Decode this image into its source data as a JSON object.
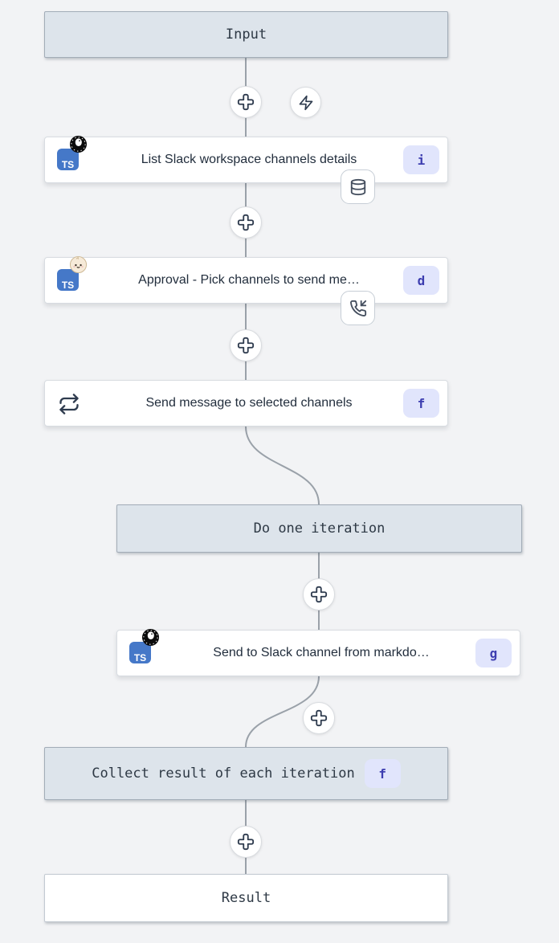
{
  "colors": {
    "canvas_bg": "#f2f3f5",
    "header_box_bg": "#dde4eb",
    "header_box_border": "#a2acb7",
    "node_bg": "#ffffff",
    "connector": "#9aa1a9",
    "badge_bg": "#e1e5fc",
    "badge_text": "#3d3eb0",
    "typescript_blue": "#4578c8"
  },
  "input_box": {
    "label": "Input"
  },
  "steps": [
    {
      "title": "List Slack workspace channels details",
      "id_badge": "i",
      "logo_text": "TS",
      "language_icon": "typescript-icon",
      "runtime_icon": "deno-icon",
      "attachment_icon": "database-icon"
    },
    {
      "title": "Approval - Pick channels to send me…",
      "id_badge": "d",
      "logo_text": "TS",
      "language_icon": "typescript-icon",
      "runtime_icon": "bun-icon",
      "attachment_icon": "phone-incoming-icon"
    },
    {
      "title": "Send message to selected channels",
      "id_badge": "f",
      "language_icon": "repeat-icon"
    },
    {
      "title": "Send to Slack channel from markdo…",
      "id_badge": "g",
      "logo_text": "TS",
      "language_icon": "typescript-icon",
      "runtime_icon": "deno-icon"
    }
  ],
  "iteration_box": {
    "label": "Do one iteration"
  },
  "collect_box": {
    "label": "Collect result of each iteration",
    "id_badge": "f"
  },
  "result_box": {
    "label": "Result"
  },
  "buttons": {
    "insert_icon": "cross-plus-icon",
    "trigger_icon": "zap-icon"
  }
}
